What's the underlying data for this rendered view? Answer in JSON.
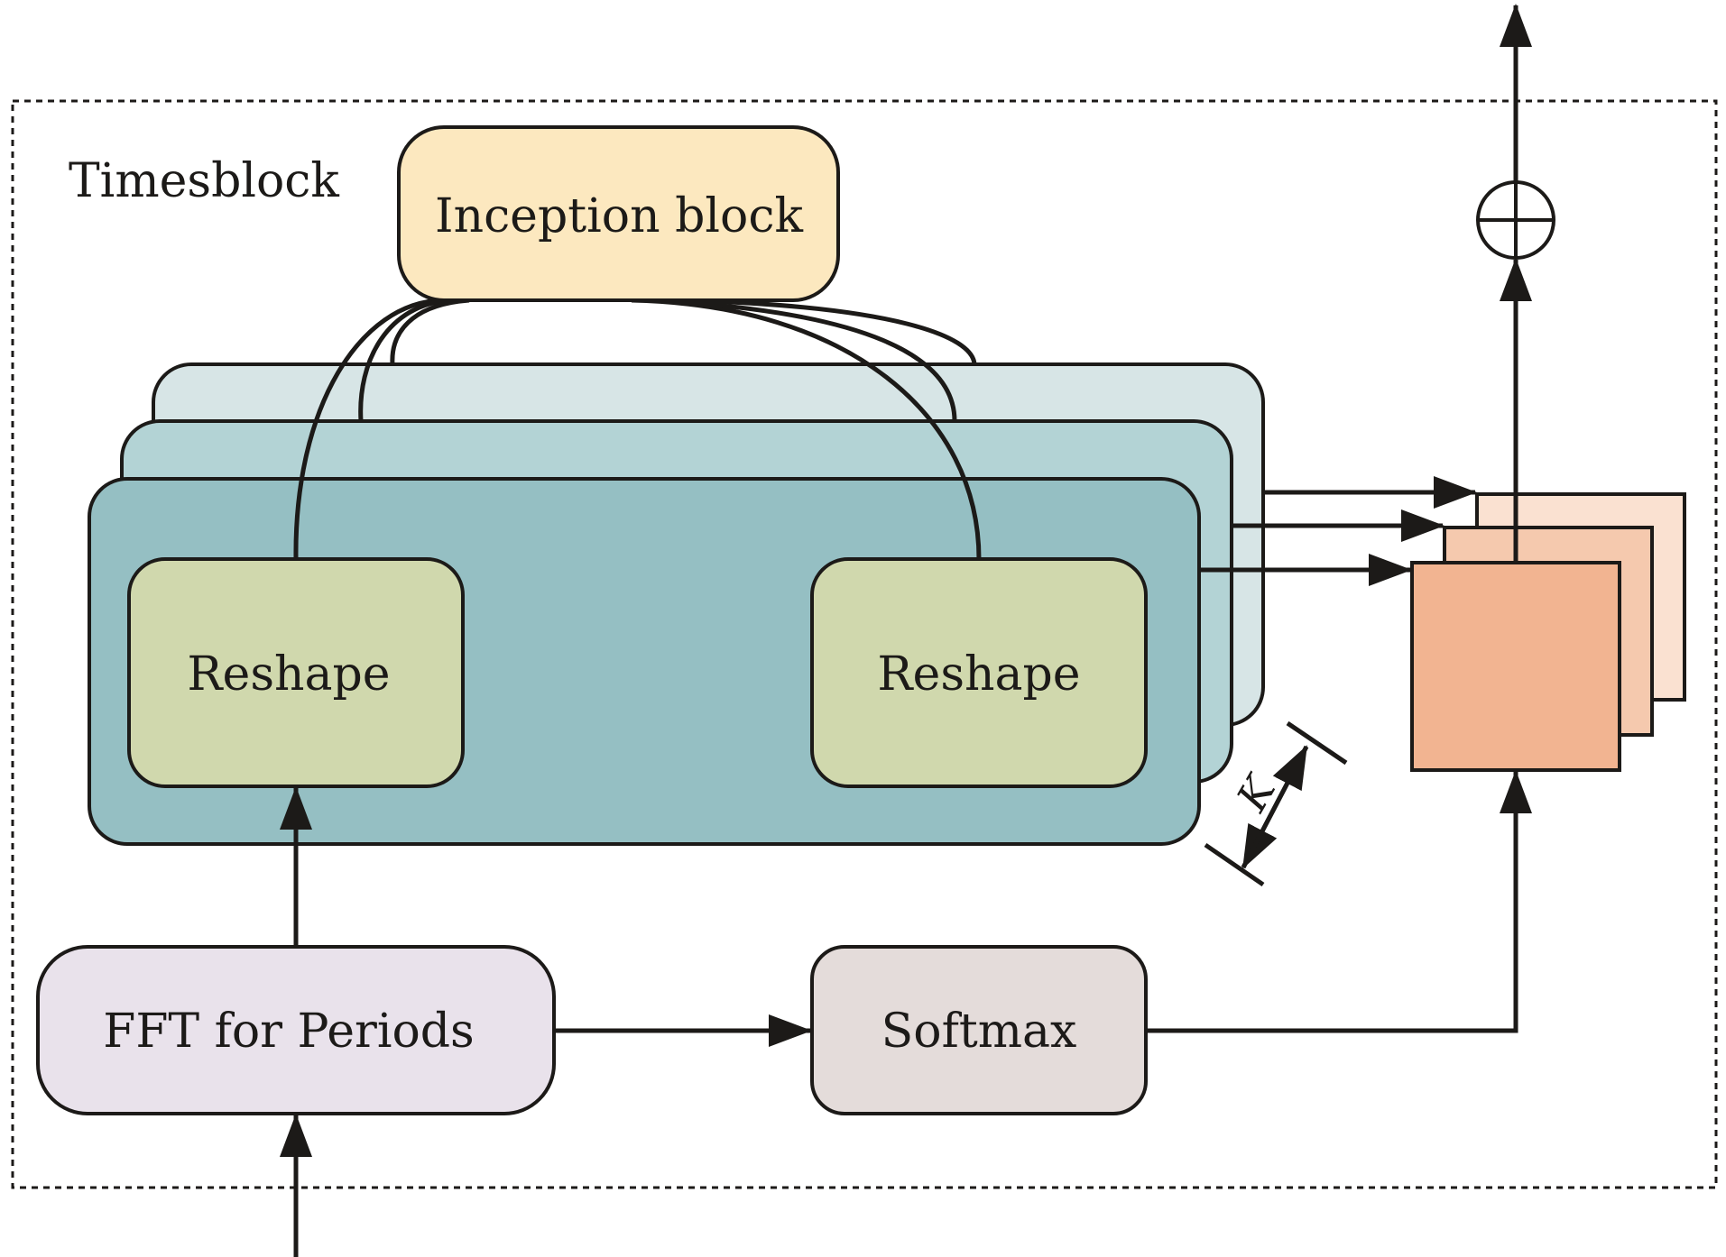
{
  "title": "Timesblock",
  "boxes": {
    "inception": "Inception block",
    "reshape_left": "Reshape",
    "reshape_right": "Reshape",
    "fft": "FFT for Periods",
    "softmax": "Softmax"
  },
  "k_label": "K",
  "colors": {
    "inception_fill": "#fce8bf",
    "reshape_fill": "#d0d8ad",
    "layer_front": "#95bfc3",
    "layer_middle": "#b3d3d5",
    "layer_back": "#d7e5e6",
    "fft_fill": "#e9e2eb",
    "softmax_fill": "#e4dcda",
    "square_front": "#f2b491",
    "square_middle": "#f5c9ae",
    "square_back": "#fae1d1",
    "ink": "#1c1a18"
  },
  "icons": {
    "sum": "circled-plus-icon",
    "arrow": "arrowhead-icon"
  }
}
